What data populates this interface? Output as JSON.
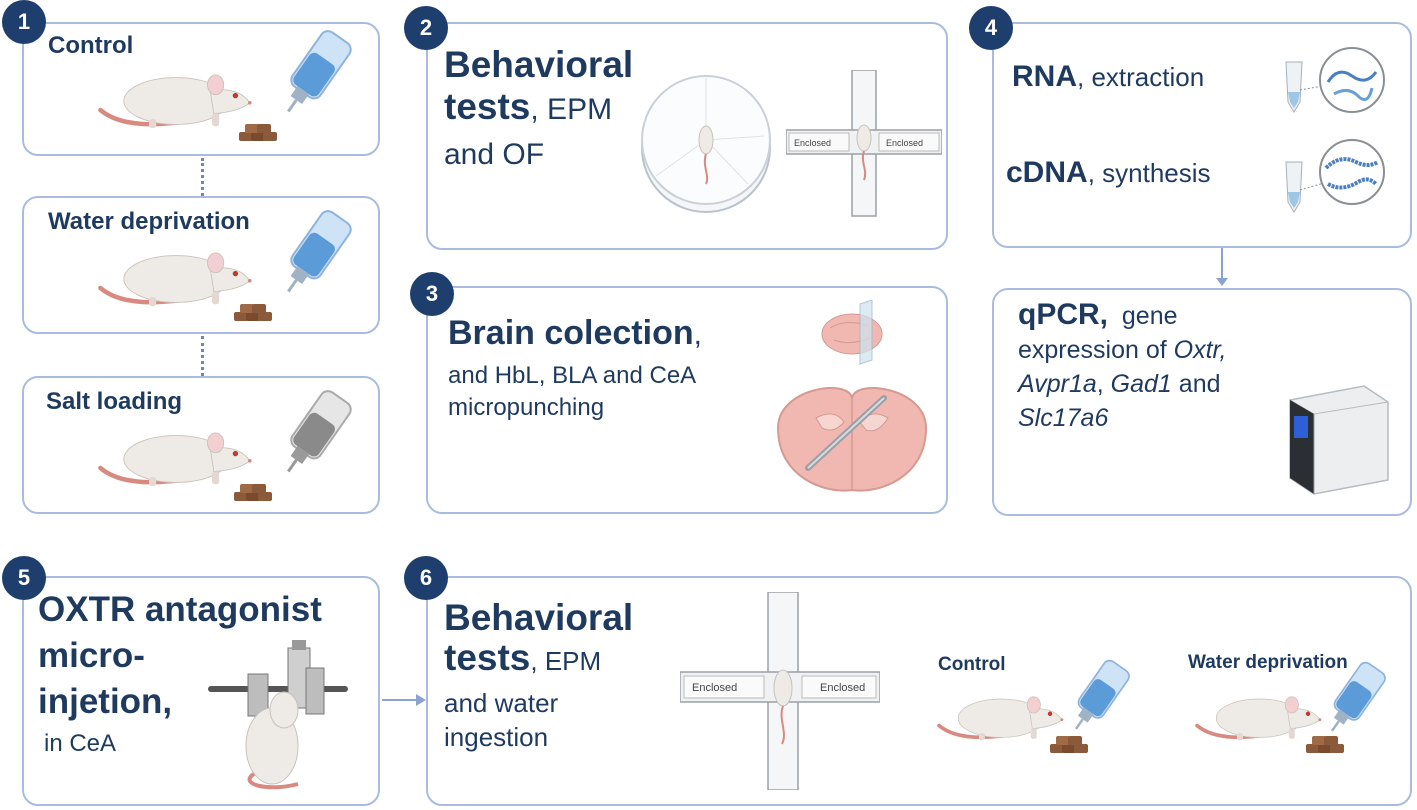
{
  "panel1": {
    "badge": "1",
    "control_label": "Control",
    "water_label": "Water deprivation",
    "salt_label": "Salt loading"
  },
  "panel2": {
    "badge": "2",
    "title_bold1": "Behavioral",
    "title_bold2": "tests",
    "title_rest": ", EPM",
    "line3": "and OF",
    "maze_left": "Enclosed",
    "maze_right": "Enclosed"
  },
  "panel3": {
    "badge": "3",
    "title_bold": "Brain colection",
    "title_rest": ",",
    "line2": "and HbL, BLA and CeA",
    "line3": "micropunching"
  },
  "panel4": {
    "badge": "4",
    "rna_bold": "RNA",
    "rna_rest": ", extraction",
    "cdna_bold": "cDNA",
    "cdna_rest": ", synthesis"
  },
  "panel_qpcr": {
    "title_bold": "qPCR,",
    "line1_rest": "gene",
    "line2_a": "expression of ",
    "gene1": "Oxtr,",
    "gene2": "Avpr1a",
    "sep1": ", ",
    "gene3": "Gad1",
    "and_text": " and",
    "gene4": "Slc17a6"
  },
  "panel5": {
    "badge": "5",
    "line1": "OXTR antagonist",
    "line2": "micro-",
    "line3": "injetion,",
    "line4": "in CeA"
  },
  "panel6": {
    "badge": "6",
    "title_bold1": "Behavioral",
    "title_bold2": "tests",
    "title_rest": ", EPM",
    "line3": "and water",
    "line4": "ingestion",
    "maze_left": "Enclosed",
    "maze_right": "Enclosed",
    "control_label": "Control",
    "water_label": "Water deprivation"
  },
  "colors": {
    "navy": "#1e3f6e",
    "border": "#a9bce0",
    "rat_body": "#eeeae6",
    "tail": "#d98a80",
    "bottle_blue": "#5b9bd8",
    "bottle_grey": "#8a8a8a",
    "food": "#8a5a3a",
    "brain": "#f0b8b0"
  }
}
